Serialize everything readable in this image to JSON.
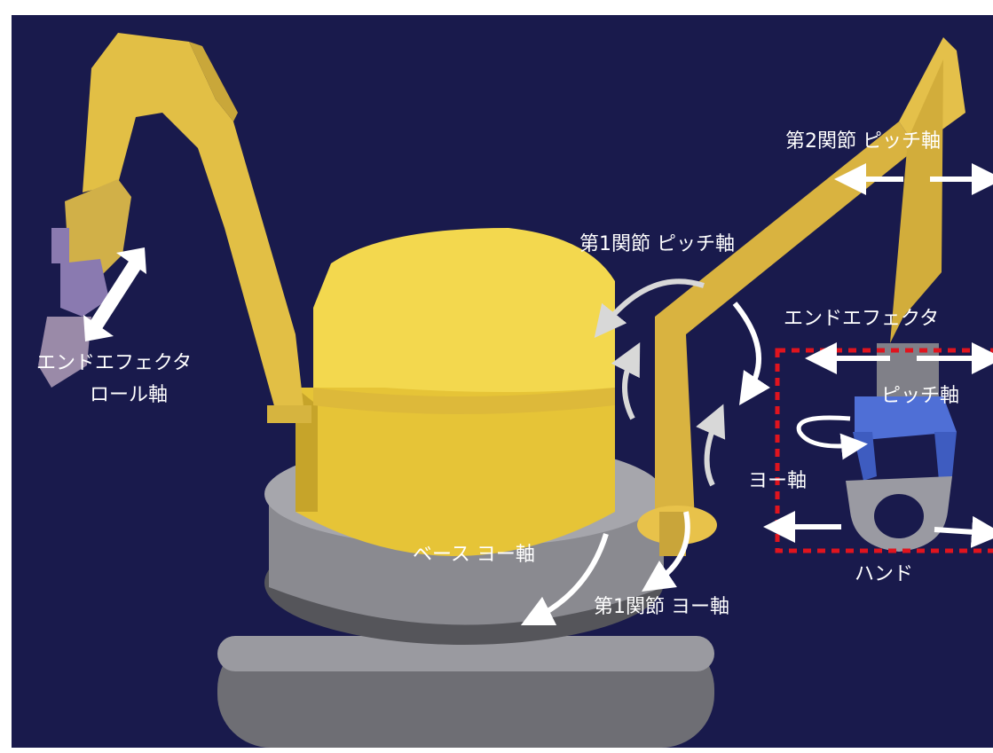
{
  "labels": {
    "end_effector_roll_line1": "エンドエフェクタ",
    "end_effector_roll_line2": "ロール軸",
    "joint1_pitch": "第1関節 ピッチ軸",
    "joint2_pitch": "第2関節 ピッチ軸",
    "end_effector": "エンドエフェクタ",
    "pitch_axis": "ピッチ軸",
    "yaw_axis": "ヨー軸",
    "hand": "ハンド",
    "base_yaw": "ベース ヨー軸",
    "joint1_yaw": "第1関節 ヨー軸"
  },
  "colors": {
    "background": "#191a4c",
    "arm_yellow": "#e6c24a",
    "body_yellow": "#f0d34d",
    "base_gray": "#8a8a90",
    "gripper_blue": "#4f6fd6",
    "highlight_box": "#e0141e",
    "arrow": "#ffffff"
  }
}
